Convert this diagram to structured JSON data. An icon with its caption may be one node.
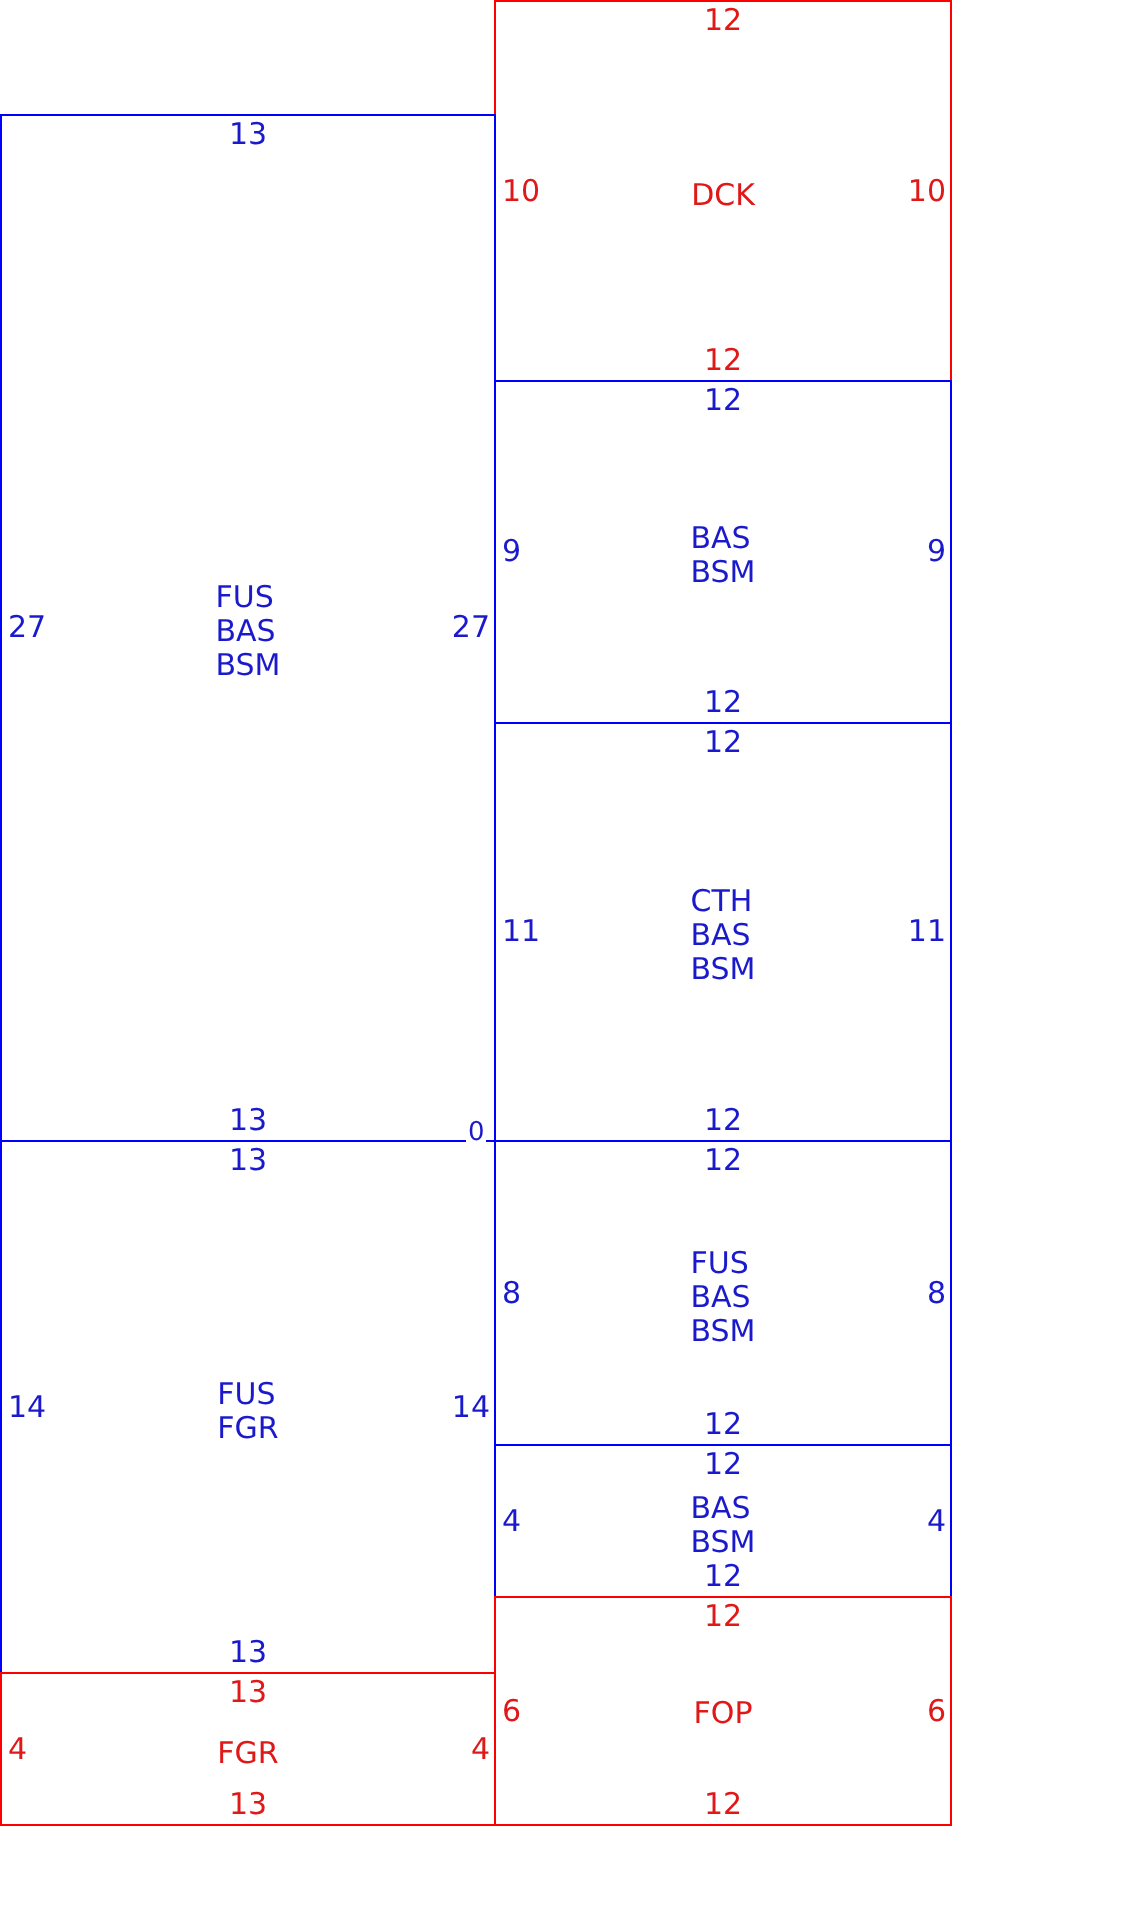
{
  "diagram": {
    "nodes": [
      {
        "text": [
          "12",
          "10",
          "DCK",
          "10",
          "12"
        ]
      },
      {
        "text": [
          "13",
          "27",
          "FUS BAS BSM",
          "27",
          "13"
        ]
      },
      {
        "text": [
          "12",
          "9",
          "BAS BSM",
          "9",
          "12"
        ]
      },
      {
        "text": [
          "12",
          "11",
          "CTH BAS BSM",
          "11",
          "12"
        ]
      },
      {
        "text": [
          "13",
          "14",
          "FUS FGR",
          "14",
          "13"
        ]
      },
      {
        "text": [
          "12",
          "8",
          "FUS BAS BSM",
          "8",
          "12"
        ]
      },
      {
        "text": [
          "12",
          "4",
          "BAS BSM",
          "4",
          "12"
        ]
      },
      {
        "text": [
          "13",
          "4",
          "FGR",
          "4",
          "13"
        ]
      },
      {
        "text": [
          "12",
          "6",
          "FOP",
          "6",
          "12"
        ]
      }
    ],
    "labels": [
      "0"
    ]
  }
}
